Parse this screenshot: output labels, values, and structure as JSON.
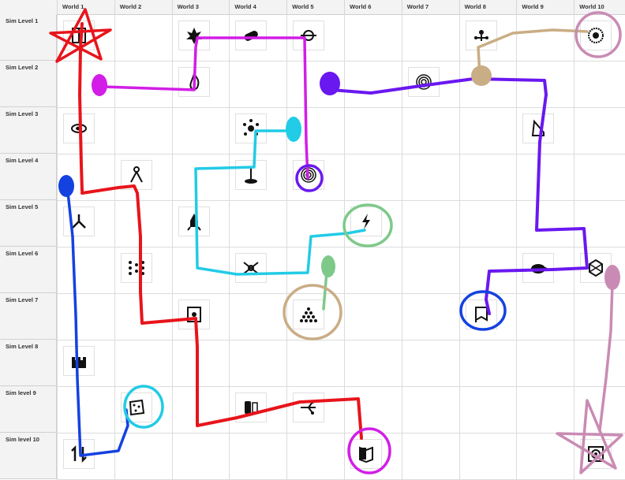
{
  "columns": [
    "World 1",
    "World 2",
    "World 3",
    "World 4",
    "World 5",
    "World 6",
    "World 7",
    "World 8",
    "World 9",
    "World 10"
  ],
  "rows": [
    "Sim Level 1",
    "Sim Level 2",
    "Sim Level 3",
    "Sim Level 4",
    "Sim Level 5",
    "Sim Level 6",
    "Sim Level 7",
    "Sim Level 8",
    "Sim level 9",
    "Sim level 10"
  ],
  "icons": [
    {
      "row": 1,
      "col": 1,
      "icon": "book-icon"
    },
    {
      "row": 1,
      "col": 3,
      "icon": "flame-burst-icon"
    },
    {
      "row": 1,
      "col": 4,
      "icon": "capsule-icon"
    },
    {
      "row": 1,
      "col": 5,
      "icon": "spinner-icon"
    },
    {
      "row": 1,
      "col": 8,
      "icon": "circuit-node-icon"
    },
    {
      "row": 1,
      "col": 10,
      "icon": "swirl-icon"
    },
    {
      "row": 2,
      "col": 3,
      "icon": "fire-icon"
    },
    {
      "row": 2,
      "col": 7,
      "icon": "fingerprint-icon"
    },
    {
      "row": 3,
      "col": 1,
      "icon": "coil-icon"
    },
    {
      "row": 3,
      "col": 4,
      "icon": "splash-icon"
    },
    {
      "row": 3,
      "col": 9,
      "icon": "harp-icon"
    },
    {
      "row": 4,
      "col": 2,
      "icon": "compass-icon"
    },
    {
      "row": 4,
      "col": 4,
      "icon": "anchor-icon"
    },
    {
      "row": 4,
      "col": 5,
      "icon": "fingerprint-icon"
    },
    {
      "row": 5,
      "col": 1,
      "icon": "split-arrows-icon"
    },
    {
      "row": 5,
      "col": 3,
      "icon": "rocket-icon"
    },
    {
      "row": 5,
      "col": 6,
      "icon": "lightning-icon"
    },
    {
      "row": 6,
      "col": 2,
      "icon": "network-grid-icon"
    },
    {
      "row": 6,
      "col": 4,
      "icon": "hub-icon"
    },
    {
      "row": 6,
      "col": 9,
      "icon": "turtle-icon"
    },
    {
      "row": 6,
      "col": 10,
      "icon": "hexagon-icon"
    },
    {
      "row": 7,
      "col": 3,
      "icon": "sun-card-icon"
    },
    {
      "row": 7,
      "col": 5,
      "icon": "pyramid-dots-icon"
    },
    {
      "row": 7,
      "col": 8,
      "icon": "banner-icon"
    },
    {
      "row": 8,
      "col": 1,
      "icon": "castle-icon"
    },
    {
      "row": 9,
      "col": 2,
      "icon": "dotted-shape-icon"
    },
    {
      "row": 9,
      "col": 4,
      "icon": "phone-icon"
    },
    {
      "row": 9,
      "col": 5,
      "icon": "branch-icon"
    },
    {
      "row": 10,
      "col": 1,
      "icon": "swap-arrows-icon"
    },
    {
      "row": 10,
      "col": 6,
      "icon": "flag-icon"
    },
    {
      "row": 10,
      "col": 10,
      "icon": "spiral-box-icon"
    }
  ],
  "colors": {
    "red": "#e8141b",
    "blue": "#1442e0",
    "magenta": "#d21ee6",
    "purple": "#6a18f0",
    "cyan": "#22cbe6",
    "green": "#7ec98a",
    "tan": "#c9ad85",
    "pink": "#c98bb4"
  }
}
